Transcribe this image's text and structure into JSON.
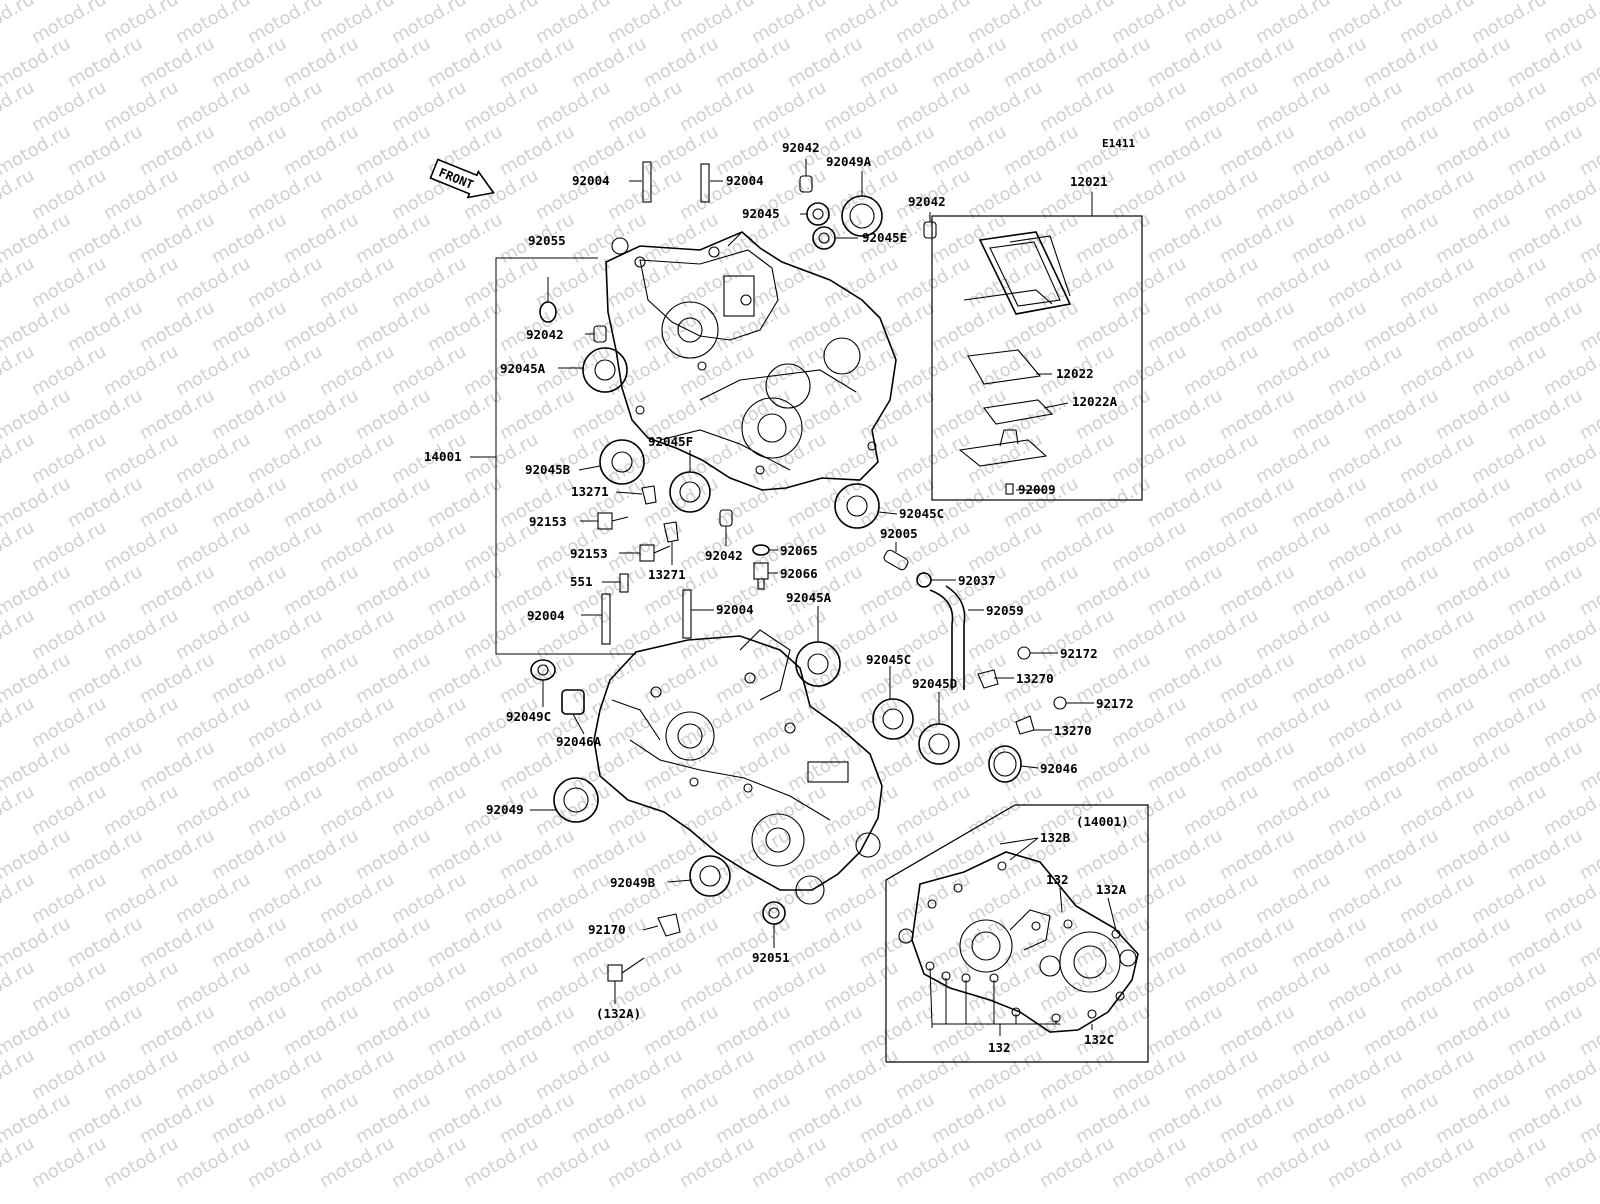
{
  "watermark": "motod.ru",
  "diagram_code": "E1411",
  "front_label": "FRONT",
  "labels": {
    "p92004_a": "92004",
    "p92004_b": "92004",
    "p92042_top": "92042",
    "p92049A": "92049A",
    "p92045": "92045",
    "p92042_r": "92042",
    "p12021": "12021",
    "p92055": "92055",
    "p92045E": "92045E",
    "p92042_l": "92042",
    "p92045A_top": "92045A",
    "p12022": "12022",
    "p12022A": "12022A",
    "p14001": "14001",
    "p92045F": "92045F",
    "p92045B": "92045B",
    "p92009": "92009",
    "p13271_a": "13271",
    "p92045C_a": "92045C",
    "p92153_a": "92153",
    "p92005": "92005",
    "p92065": "92065",
    "p92042_b": "92042",
    "p92153_b": "92153",
    "p92066": "92066",
    "p92037": "92037",
    "p13271_b": "13271",
    "p551": "551",
    "p92045A_b": "92045A",
    "p92059": "92059",
    "p92004_c": "92004",
    "p92004_d": "92004",
    "p92172_a": "92172",
    "p92045C_b": "92045C",
    "p13270_a": "13270",
    "p92045D": "92045D",
    "p92172_b": "92172",
    "p92049C": "92049C",
    "p13270_b": "13270",
    "p92046A": "92046A",
    "p92046": "92046",
    "p92049": "92049",
    "p14001_paren": "(14001)",
    "p132B": "132B",
    "p132_top": "132",
    "p132A": "132A",
    "p92049B": "92049B",
    "p92170": "92170",
    "p92051": "92051",
    "p132A_paren": "(132A)",
    "p132C": "132C",
    "p132_bot": "132"
  }
}
